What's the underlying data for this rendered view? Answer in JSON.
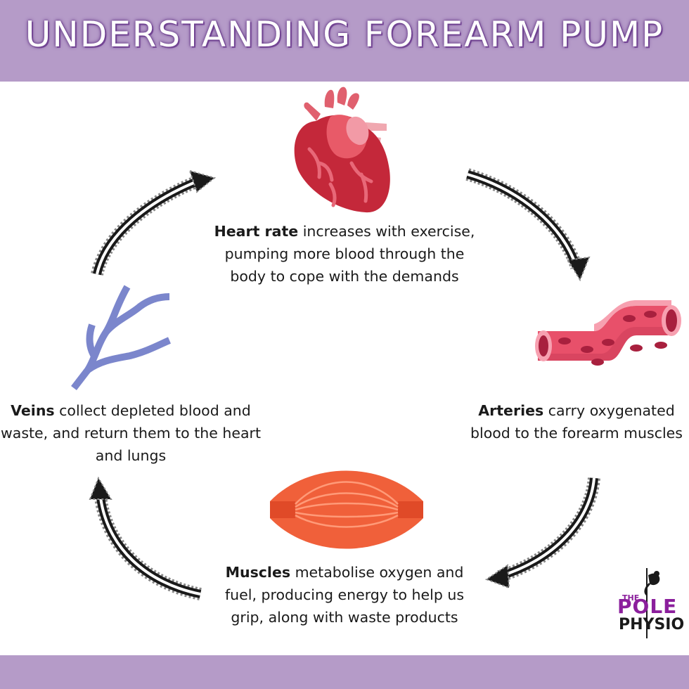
{
  "title": "UNDERSTANDING FOREARM PUMP",
  "stages": {
    "heart": {
      "label": "Heart rate",
      "text": " increases with exercise, pumping more blood through the body to cope with the demands"
    },
    "arteries": {
      "label": "Arteries",
      "text": " carry oxygenated blood to the forearm muscles"
    },
    "muscles": {
      "label": "Muscles",
      "text": " metabolise oxygen and fuel, producing energy to help us grip, along with waste products"
    },
    "veins": {
      "label": "Veins",
      "text": " collect depleted blood and waste, and return them to the heart and lungs"
    }
  },
  "logo": {
    "the": "THE",
    "pole": "POLE",
    "physio": "PHYSIO"
  },
  "colors": {
    "band": "#b59bc8",
    "title_outline": "#6a3f8c",
    "heart": "#c4283a",
    "artery": "#e8506a",
    "muscle": "#f0603a",
    "vein": "#7b86cc",
    "logo_purple": "#8b1f9c"
  }
}
